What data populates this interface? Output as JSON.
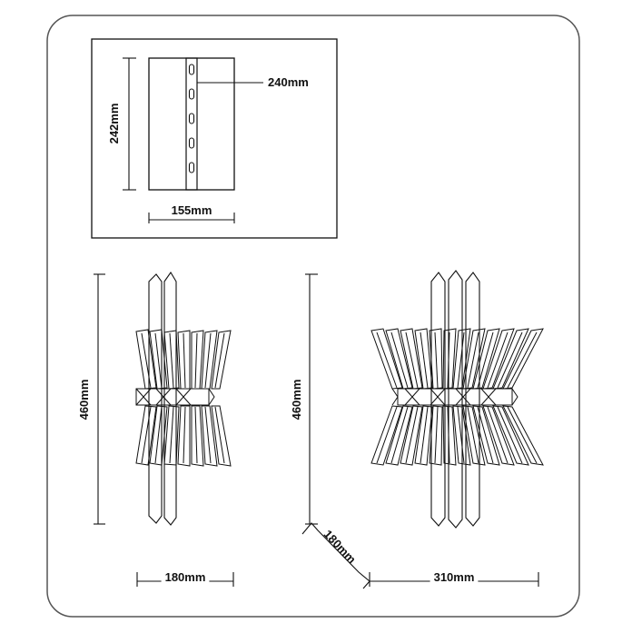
{
  "backplate": {
    "height_label": "242mm",
    "width_label": "155mm",
    "hole_spacing_label": "240mm"
  },
  "side_view": {
    "height_label": "460mm",
    "depth_label": "180mm"
  },
  "front_view": {
    "height_label": "460mm",
    "width_label": "310mm",
    "depth_label": "180mm"
  },
  "colors": {
    "line": "#111111",
    "frame": "#555555"
  }
}
